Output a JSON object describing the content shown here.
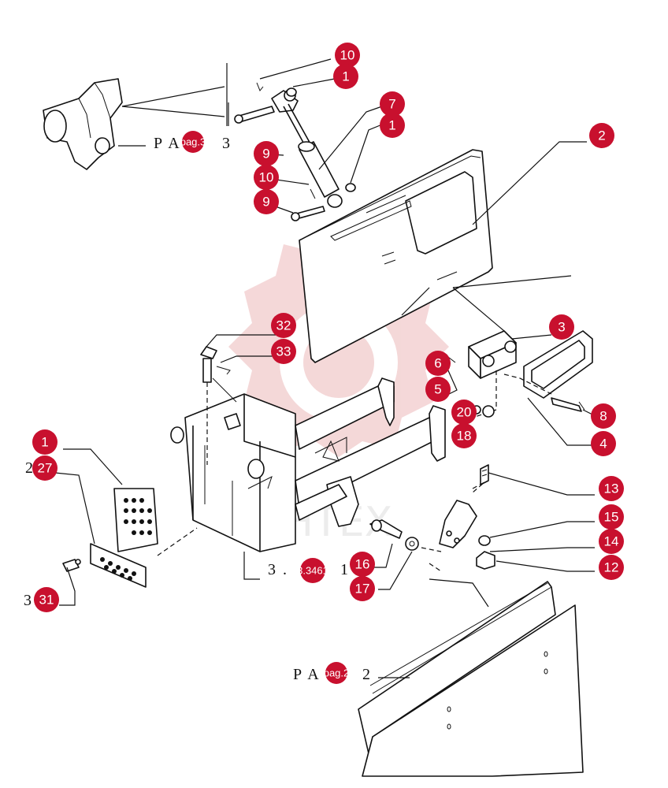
{
  "watermark": {
    "text": "ИНТЕХ",
    "color": "#e8a9ab"
  },
  "callout_color": "#c8102e",
  "callouts": [
    {
      "label": "10"
    },
    {
      "label": "1"
    },
    {
      "label": "7"
    },
    {
      "label": "1"
    },
    {
      "label": "2"
    },
    {
      "label": "9"
    },
    {
      "label": "10"
    },
    {
      "label": "9"
    },
    {
      "label": "3"
    },
    {
      "label": "32"
    },
    {
      "label": "33"
    },
    {
      "label": "6"
    },
    {
      "label": "5"
    },
    {
      "label": "20"
    },
    {
      "label": "18"
    },
    {
      "label": "8"
    },
    {
      "label": "4"
    },
    {
      "label": "1"
    },
    {
      "label": "27"
    },
    {
      "label": "13"
    },
    {
      "label": "15"
    },
    {
      "label": "14"
    },
    {
      "label": "12"
    },
    {
      "label": "16"
    },
    {
      "label": "17"
    },
    {
      "label": "31"
    },
    {
      "label": "3.3461"
    },
    {
      "label": "pag.3"
    },
    {
      "label": "pag.2"
    }
  ],
  "references": {
    "top": {
      "prefix": "P A",
      "suffix": "3"
    },
    "bottom": {
      "prefix": "P A",
      "suffix": "2"
    },
    "frame": {
      "prefix": "3 .",
      "suffix": "1"
    },
    "left_27": "2",
    "left_31": "3"
  }
}
